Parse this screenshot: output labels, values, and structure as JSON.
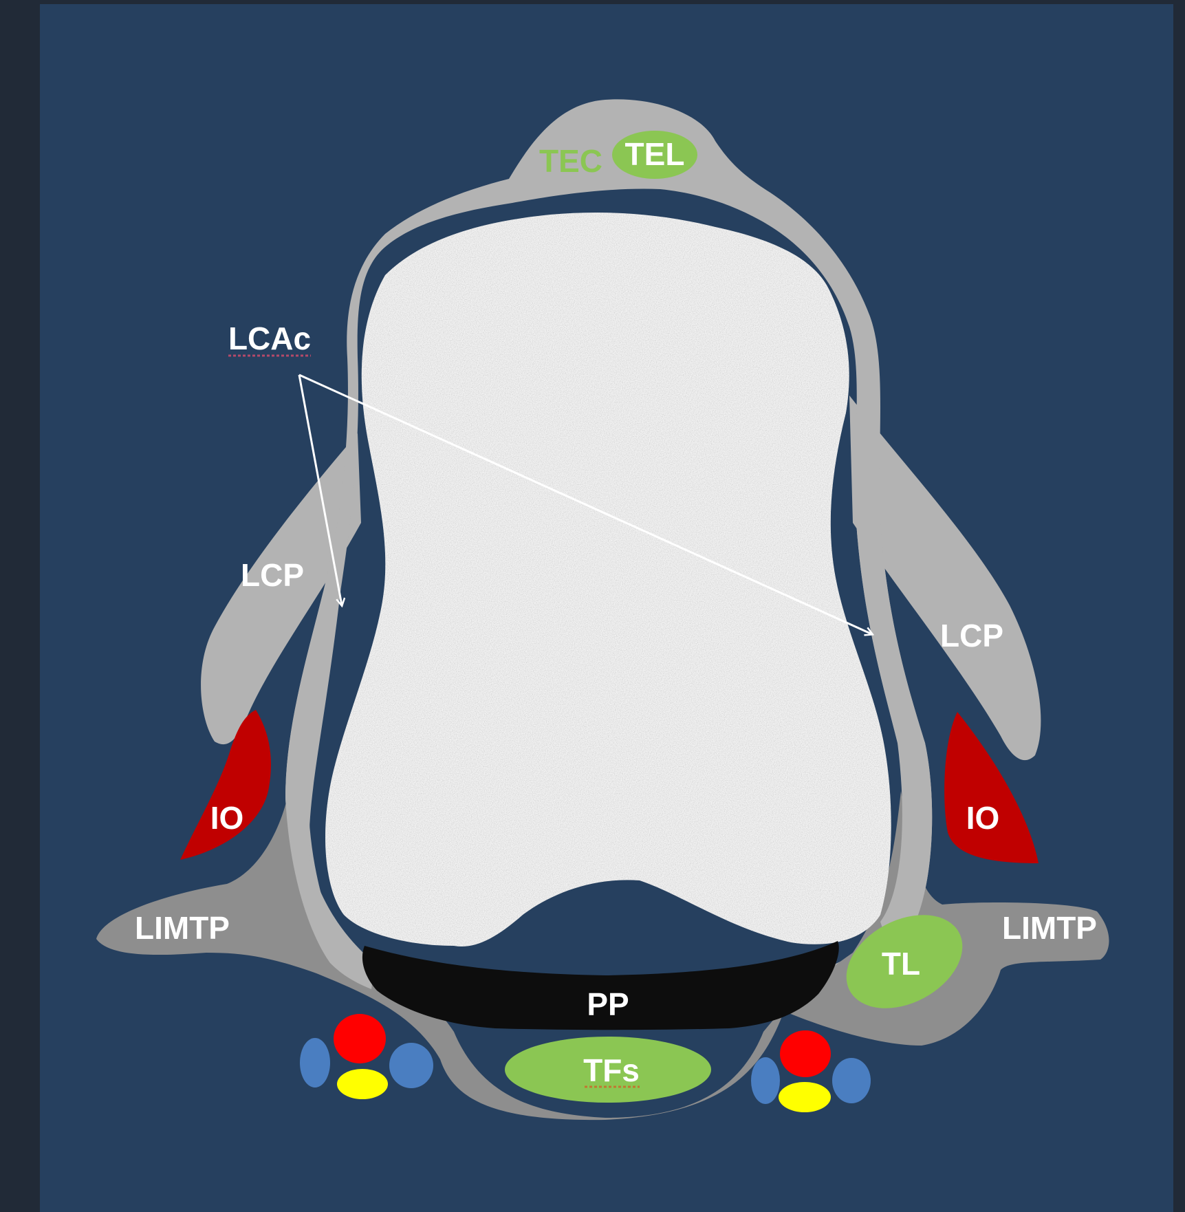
{
  "labels": {
    "tec": "TEC",
    "tel": "TEL",
    "lcac": "LCAc",
    "lcp_left": "LCP",
    "lcp_right": "LCP",
    "io_left": "IO",
    "io_right": "IO",
    "limtp_left": "LIMTP",
    "limtp_right": "LIMTP",
    "tl": "TL",
    "pp": "PP",
    "tfs": "TFs"
  },
  "colors": {
    "outer_background": "#212a37",
    "panel_background": "#26405f",
    "cartilage_gray": "#b3b3b3",
    "ligament_gray": "#8e8e8e",
    "ligament_green": "#8bc653",
    "oval_red": "#c00000",
    "vessel_red": "#ff0000",
    "vein_blue": "#4a7ec1",
    "nerve_yellow": "#ffff00",
    "plate_black": "#0d0d0d",
    "label_white": "#ffffff"
  }
}
